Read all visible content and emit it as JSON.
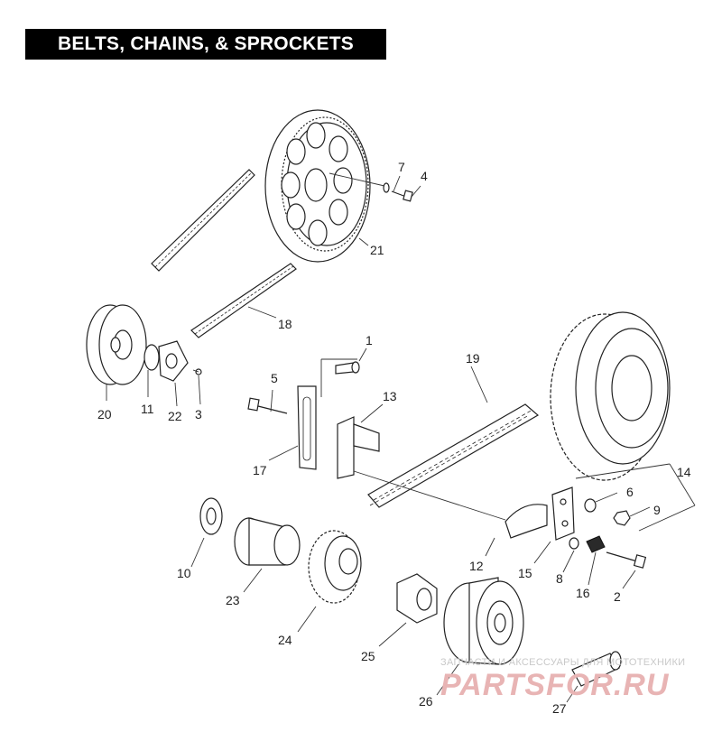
{
  "header": {
    "title": "BELTS, CHAINS, & SPROCKETS"
  },
  "callouts": {
    "c1": "1",
    "c2": "2",
    "c3": "3",
    "c4": "4",
    "c5": "5",
    "c6": "6",
    "c7": "7",
    "c8": "8",
    "c9": "9",
    "c10": "10",
    "c11": "11",
    "c12": "12",
    "c13": "13",
    "c14": "14",
    "c15": "15",
    "c16": "16",
    "c17": "17",
    "c18": "18",
    "c19": "19",
    "c20": "20",
    "c21": "21",
    "c22": "22",
    "c23": "23",
    "c24": "24",
    "c25": "25",
    "c26": "26",
    "c27": "27"
  },
  "watermark": {
    "tagline": "ЗАПЧАСТИ И АКСЕССУАРЫ ДЛЯ МОТОТЕХНИКИ",
    "logo": "PARTSFOR.RU"
  },
  "colors": {
    "ink": "#222222",
    "header_bg": "#000000",
    "watermark_red": "#e8b4b4"
  }
}
